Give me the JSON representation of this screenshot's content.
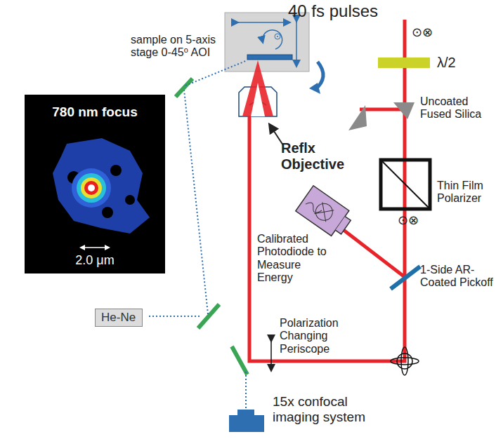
{
  "diagram": {
    "nodes": [
      {
        "text": [
          "780 nm focus",
          "2.0 μm"
        ]
      },
      {
        "text": [
          "He-Ne"
        ]
      }
    ],
    "labels": [
      "40 fs pulses",
      "⊙⊗",
      "λ/2",
      "Uncoated Fused Silica",
      "sample on 5-axis stage 0-45⁰ AOI",
      "Reflx Objective",
      "Thin Film Polarizer",
      "⊙⊗",
      "Calibrated Photodiode to Measure Energy",
      "1-Side AR-Coated Pickoff",
      "Polarization Changing Periscope",
      "15x confocal imaging system"
    ]
  }
}
